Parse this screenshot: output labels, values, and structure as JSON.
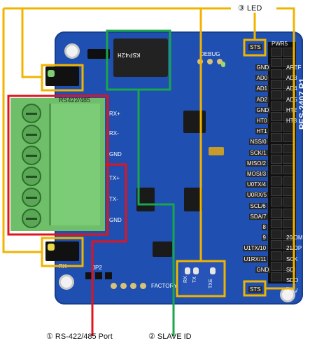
{
  "board": {
    "model": "PES-2407 R1",
    "debug_label": "DEBUG",
    "jp2_label": "JP2",
    "factory_label": "FACTORY",
    "dip_text": "KSP42H",
    "rs_label": "RS422/485",
    "terminal_labels": [
      "RX+",
      "RX-",
      "GND",
      "TX+",
      "TX-",
      "GND"
    ],
    "led_labels": {
      "rx": "RX",
      "tx": "TX",
      "txe": "TXE",
      "sts": "STS"
    },
    "pin_labels_left": [
      "GND",
      "AD0",
      "AD1",
      "AD2",
      "GND",
      "HT0",
      "HT1",
      "NSS/0",
      "SCK/1",
      "MISO/2",
      "MOSI/3",
      "U0TX/4",
      "U0RX/5",
      "SCL/6",
      "SDA/7",
      "8",
      "9",
      "U1TX/10",
      "U1RX/11",
      "GND",
      "PWR5",
      "STS"
    ],
    "pin_labels_right": [
      "AREF",
      "AD3",
      "AD4",
      "AD5",
      "HT2",
      "HT3",
      "20/DM",
      "21/DP",
      "SCK",
      "SDI",
      "SDO",
      "3.3V"
    ]
  },
  "annotations": {
    "led": "③ LED",
    "port": "① RS-422/485 Port",
    "slave": "② SLAVE ID"
  },
  "colors": {
    "led_box": "#f0b400",
    "port_box": "#e0141e",
    "slave_box": "#1aa64a",
    "pcb": "#1f4fb0"
  }
}
